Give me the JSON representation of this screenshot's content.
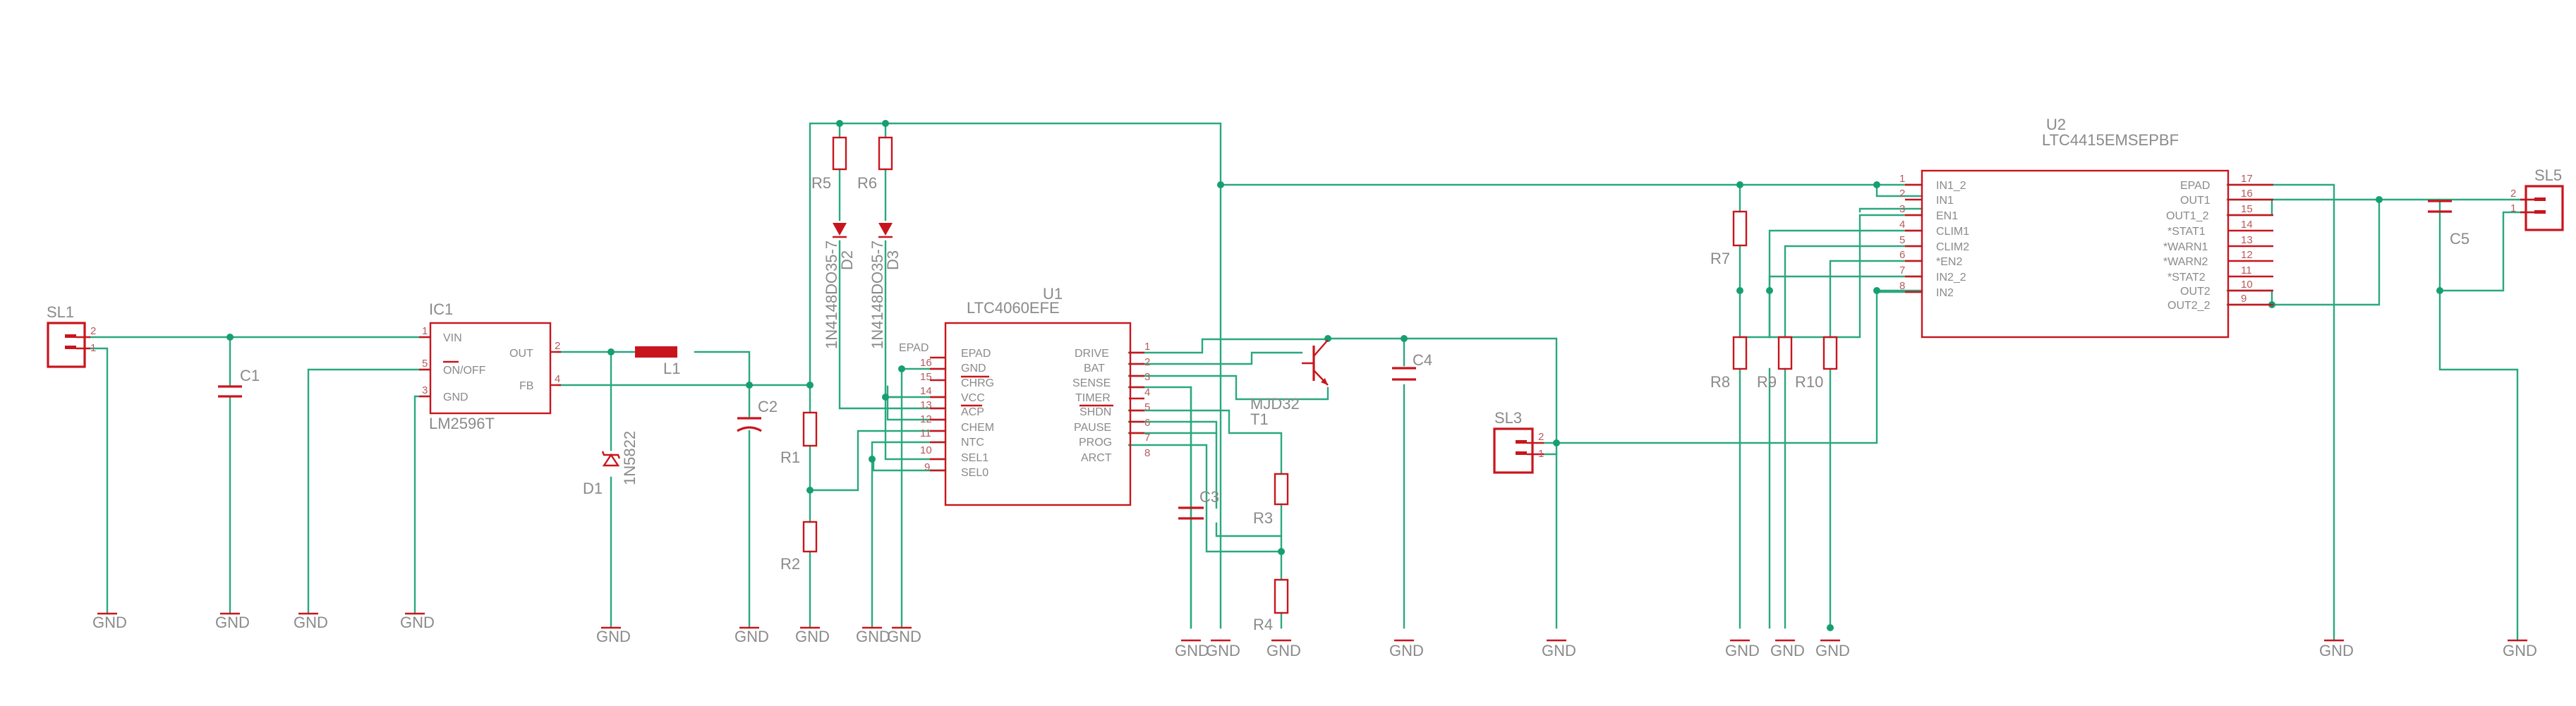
{
  "colors": {
    "wire": "#2aa87f",
    "part": "#c8151d",
    "junction": "#169f6f",
    "label": "#8a8a8a",
    "background": "#ffffff"
  },
  "connectors": [
    {
      "name": "SL1",
      "pins": [
        "2",
        "1"
      ]
    },
    {
      "name": "SL3",
      "pins": [
        "2",
        "1"
      ]
    },
    {
      "name": "SL5",
      "pins": [
        "2",
        "1"
      ]
    }
  ],
  "ic1": {
    "name": "IC1",
    "value": "LM2596T",
    "pins": [
      "VIN",
      "ON/OFF",
      "GND",
      "OUT",
      "FB"
    ],
    "pin_numbers": [
      "1",
      "5",
      "3",
      "2",
      "4"
    ]
  },
  "u1": {
    "name": "U1",
    "value": "LTC4060EFE",
    "left_pins": [
      "EPAD",
      "GND",
      "CHRG",
      "VCC",
      "ACP",
      "CHEM",
      "NTC",
      "SEL1",
      "SEL0"
    ],
    "left_numbers": [
      "16",
      "15",
      "14",
      "13",
      "12",
      "11",
      "10",
      "9"
    ],
    "right_pins": [
      "DRIVE",
      "BAT",
      "SENSE",
      "TIMER",
      "SHDN",
      "PAUSE",
      "PROG",
      "ARCT"
    ],
    "right_numbers": [
      "1",
      "2",
      "3",
      "4",
      "5",
      "6",
      "7",
      "8"
    ],
    "epad_label": "EPAD"
  },
  "u2": {
    "name": "U2",
    "value": "LTC4415EMSEPBF",
    "left_pins": [
      "IN1_2",
      "IN1",
      "EN1",
      "CLIM1",
      "CLIM2",
      "*EN2",
      "IN2_2",
      "IN2"
    ],
    "left_numbers": [
      "1",
      "2",
      "3",
      "4",
      "5",
      "6",
      "7",
      "8"
    ],
    "right_pins": [
      "EPAD",
      "OUT1",
      "OUT1_2",
      "*STAT1",
      "*WARN1",
      "*WARN2",
      "*STAT2",
      "OUT2",
      "OUT2_2"
    ],
    "right_numbers": [
      "17",
      "16",
      "15",
      "14",
      "13",
      "12",
      "11",
      "10",
      "9"
    ]
  },
  "parts": {
    "c1": "C1",
    "c2": "C2",
    "c3": "C3",
    "c4": "C4",
    "c5": "C5",
    "l1": "L1",
    "d1": "D1",
    "d1_value": "1N5822",
    "d2": "D2",
    "d2_value": "1N4148DO35-7",
    "d3": "D3",
    "d3_value": "1N4148DO35-7",
    "r1": "R1",
    "r2": "R2",
    "r3": "R3",
    "r4": "R4",
    "r5": "R5",
    "r6": "R6",
    "r7": "R7",
    "r8": "R8",
    "r9": "R9",
    "r10": "R10",
    "t1": "T1",
    "t1_value": "MJD32"
  },
  "gnd_label": "GND"
}
